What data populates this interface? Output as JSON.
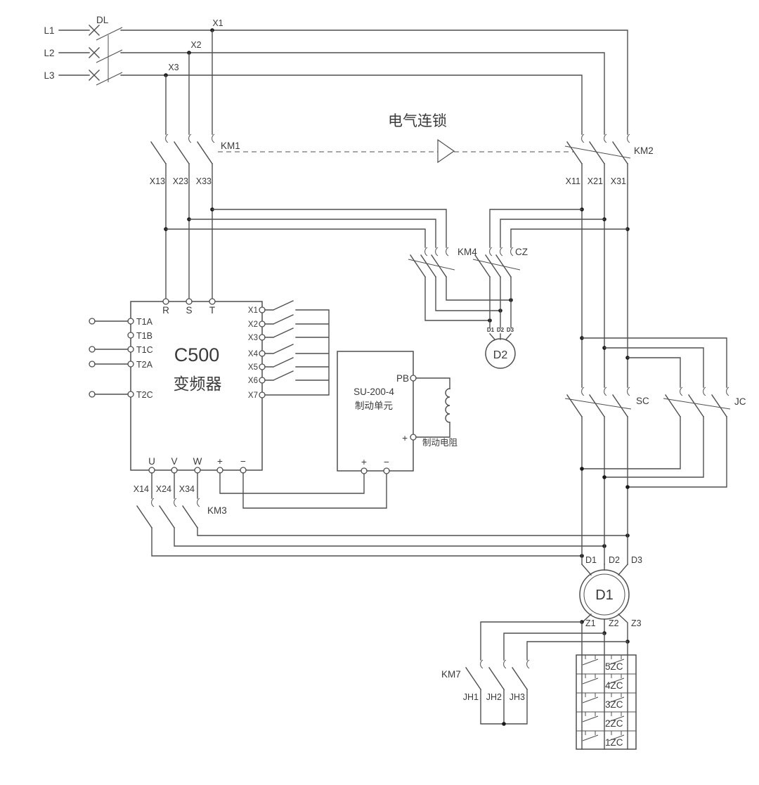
{
  "colors": {
    "background": "#ffffff",
    "line": "#4f4f4f",
    "text": "#3a3a3a"
  },
  "supply": {
    "l1": "L1",
    "l2": "L2",
    "l3": "L3",
    "breaker": "DL"
  },
  "top_nodes": {
    "x1": "X1",
    "x2": "X2",
    "x3": "X3"
  },
  "interlock": {
    "label": "电气连锁"
  },
  "km1": {
    "label": "KM1",
    "terminals": [
      "X13",
      "X23",
      "X33"
    ]
  },
  "km2": {
    "label": "KM2",
    "terminals": [
      "X11",
      "X21",
      "X31"
    ]
  },
  "km4": {
    "label": "KM4"
  },
  "cz": {
    "label": "CZ"
  },
  "sc": {
    "label": "SC"
  },
  "jc": {
    "label": "JC"
  },
  "km3": {
    "label": "KM3",
    "terminals": [
      "X14",
      "X24",
      "X34"
    ]
  },
  "km7": {
    "label": "KM7",
    "contacts": [
      "JH1",
      "JH2",
      "JH3"
    ]
  },
  "inverter": {
    "model": "C500",
    "name": "变频器",
    "inputs": [
      "R",
      "S",
      "T"
    ],
    "left_terminals": [
      "T1A",
      "T1B",
      "T1C",
      "T2A",
      "T2C"
    ],
    "io_terminals": [
      "X1",
      "X2",
      "X3",
      "X4",
      "X5",
      "X6",
      "X7"
    ],
    "outputs": [
      "U",
      "V",
      "W",
      "+",
      "−"
    ]
  },
  "brake_unit": {
    "model": "SU-200-4",
    "name": "制动单元",
    "pb": "PB",
    "plus": "+",
    "resistor": "制动电阻",
    "bottom_plus": "+",
    "bottom_minus": "−"
  },
  "motor_d2": {
    "label": "D2",
    "terminals": [
      "D1",
      "D2",
      "D3"
    ]
  },
  "motor_d1": {
    "label": "D1",
    "stator": [
      "D1",
      "D2",
      "D3"
    ],
    "rotor": [
      "Z1",
      "Z2",
      "Z3"
    ]
  },
  "resistor_bank": {
    "steps": [
      "5ZC",
      "4ZC",
      "3ZC",
      "2ZC",
      "1ZC"
    ]
  }
}
